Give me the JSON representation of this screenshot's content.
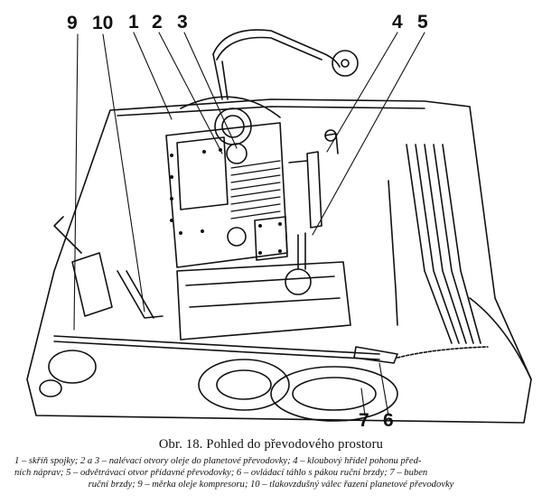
{
  "figure": {
    "callouts": [
      "9",
      "10",
      "1",
      "2",
      "3",
      "4",
      "5",
      "7",
      "6"
    ]
  },
  "caption": {
    "title": "Obr. 18. Pohled do převodového prostoru",
    "legend_line1": "1 – skříň spojky; 2 a 3 – nalévací otvory oleje do planetové převodovky; 4 – kloubový hřídel pohonu před-",
    "legend_line2": "ních náprav; 5 – odvětrávací otvor přídavné převodovky; 6 – ovládací táhlo s pákou ruční brzdy; 7 – buben",
    "legend_line3": "ruční brzdy; 9 – měrka oleje kompresoru; 10 – tlakovzdušný válec řazení planetové převodovky"
  }
}
